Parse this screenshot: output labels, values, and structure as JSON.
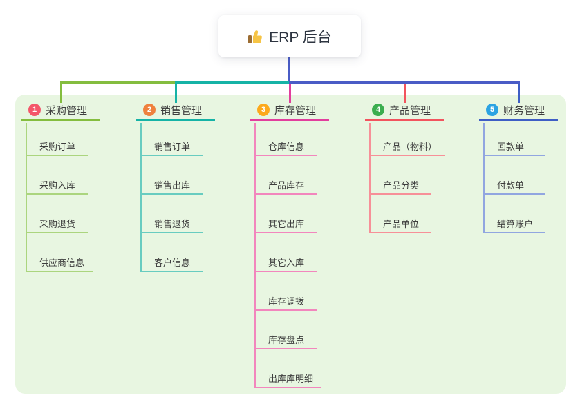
{
  "root": {
    "label": "ERP 后台",
    "icon": "thumbs-up-icon",
    "icon_colors": {
      "hand": "#f6c445",
      "cuff": "#9c6d33"
    },
    "card_bg": "#ffffff",
    "text_color": "#2d3440"
  },
  "canvas": {
    "panel_bg": "#e8f6e1",
    "trunk_color": "#4a5cc6"
  },
  "branches": [
    {
      "number": "1",
      "label": "采购管理",
      "badge_color": "#f4566a",
      "line_color": "#84bd3f",
      "child_line_color": "#abd57e",
      "children": [
        "采购订单",
        "采购入库",
        "采购退货",
        "供应商信息"
      ]
    },
    {
      "number": "2",
      "label": "销售管理",
      "badge_color": "#ef813e",
      "line_color": "#16b3a6",
      "child_line_color": "#68ccc0",
      "children": [
        "销售订单",
        "销售出库",
        "销售退货",
        "客户信息"
      ]
    },
    {
      "number": "3",
      "label": "库存管理",
      "badge_color": "#fca91c",
      "line_color": "#e23e9d",
      "child_line_color": "#f286bd",
      "children": [
        "仓库信息",
        "产品库存",
        "其它出库",
        "其它入库",
        "库存调拨",
        "库存盘点",
        "出库库明细"
      ]
    },
    {
      "number": "4",
      "label": "产品管理",
      "badge_color": "#3bae4f",
      "line_color": "#f2545e",
      "child_line_color": "#f79098",
      "children": [
        "产品（物料）",
        "产品分类",
        "产品单位"
      ]
    },
    {
      "number": "5",
      "label": "财务管理",
      "badge_color": "#2ba3e2",
      "line_color": "#3e5ec5",
      "child_line_color": "#91a6e0",
      "children": [
        "回款单",
        "付款单",
        "结算账户"
      ]
    }
  ]
}
